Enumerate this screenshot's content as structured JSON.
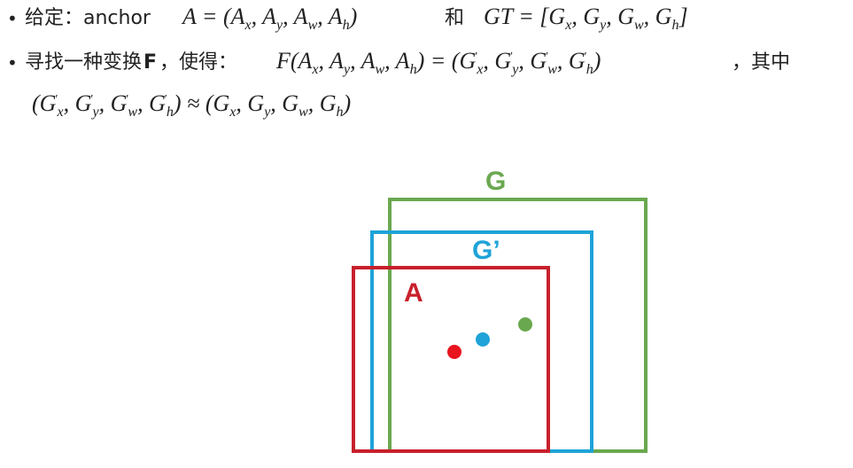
{
  "bullets": [
    {
      "marker": "•",
      "prefix": "给定：anchor",
      "formula_1": "A = (A",
      "conj": "和",
      "formula_2": "GT = [G"
    },
    {
      "marker": "•",
      "prefix": "寻找一种变换",
      "bold_letter": "F",
      "mid": "，使得：",
      "suffix": "，其中"
    }
  ],
  "diagram": {
    "boxes": [
      {
        "id": "G",
        "label": "G",
        "color": "#6aa84f"
      },
      {
        "id": "G_prime",
        "label": "G’",
        "color": "#1fa3d8"
      },
      {
        "id": "A",
        "label": "A",
        "color": "#c8202c"
      }
    ],
    "center_points": [
      {
        "box": "A",
        "color": "#e8141e"
      },
      {
        "box": "G_prime",
        "color": "#1fa3d8"
      },
      {
        "box": "G",
        "color": "#6aa84f"
      }
    ]
  }
}
